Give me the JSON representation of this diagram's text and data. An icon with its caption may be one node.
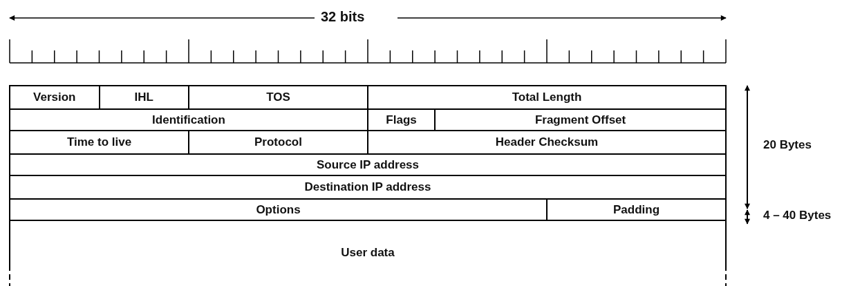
{
  "diagram": {
    "nodes": [
      {
        "text": [
          "Version"
        ]
      },
      {
        "text": [
          "IHL"
        ]
      },
      {
        "text": [
          "TOS"
        ]
      },
      {
        "text": [
          "Total Length"
        ]
      },
      {
        "text": [
          "Identification"
        ]
      },
      {
        "text": [
          "Flags"
        ]
      },
      {
        "text": [
          "Fragment Offset"
        ]
      },
      {
        "text": [
          "Time to live"
        ]
      },
      {
        "text": [
          "Protocol"
        ]
      },
      {
        "text": [
          "Header Checksum"
        ]
      },
      {
        "text": [
          "Source IP address"
        ]
      },
      {
        "text": [
          "Destination IP address"
        ]
      },
      {
        "text": [
          "Options"
        ]
      },
      {
        "text": [
          "Padding"
        ]
      },
      {
        "text": [
          "User data"
        ]
      }
    ],
    "labels": [
      "32 bits",
      "20 Bytes",
      "4 – 40 Bytes"
    ]
  }
}
